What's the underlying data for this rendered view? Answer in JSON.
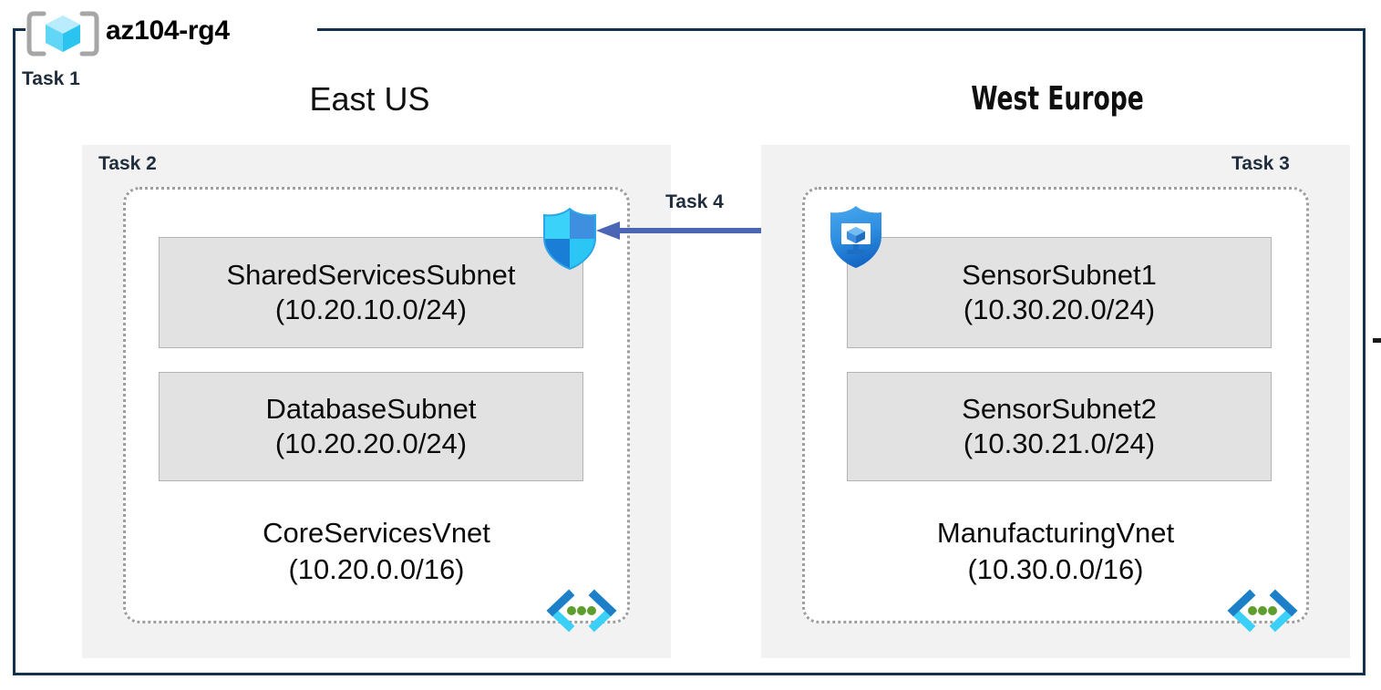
{
  "diagram": {
    "resource_group": {
      "name": "az104-rg4",
      "icon": "resource-group-cube-icon",
      "task_label": "Task 1",
      "frame_color": "#14304f"
    },
    "regions": [
      {
        "id": "east-us",
        "title": "East US",
        "task_label": "Task 2",
        "task_label_align": "left",
        "vnet": {
          "name": "CoreServicesVnet",
          "cidr": "(10.20.0.0/16)",
          "icon": "virtual-network-icon",
          "subnets": [
            {
              "name": "SharedServicesSubnet",
              "cidr": "(10.20.10.0/24)"
            },
            {
              "name": "DatabaseSubnet",
              "cidr": "(10.20.20.0/24)"
            }
          ],
          "security_icon": "azure-firewall-shield-icon"
        }
      },
      {
        "id": "west-europe",
        "title": "West Europe",
        "task_label": "Task 3",
        "task_label_align": "right",
        "vnet": {
          "name": "ManufacturingVnet",
          "cidr": "(10.30.0.0/16)",
          "icon": "virtual-network-icon",
          "subnets": [
            {
              "name": "SensorSubnet1",
              "cidr": "(10.30.20.0/24)"
            },
            {
              "name": "SensorSubnet2",
              "cidr": "(10.30.21.0/24)"
            }
          ],
          "security_icon": "azure-bastion-shield-icon"
        }
      }
    ],
    "connection": {
      "task_label": "Task 4",
      "direction": "right-to-left",
      "color": "#4a66b5",
      "from": "west-europe",
      "to": "east-us"
    },
    "colors": {
      "frame": "#14304f",
      "region_box": "#f2f2f2",
      "subnet_box": "#e2e2e2",
      "subnet_border": "#b3b3b3",
      "vnet_border": "#9e9e9e",
      "task_text": "#1f2d3d",
      "arrow": "#4a66b5",
      "azure_cyan": "#32bdef",
      "azure_blue": "#0078d4",
      "vnet_green": "#5e9e2e"
    }
  }
}
